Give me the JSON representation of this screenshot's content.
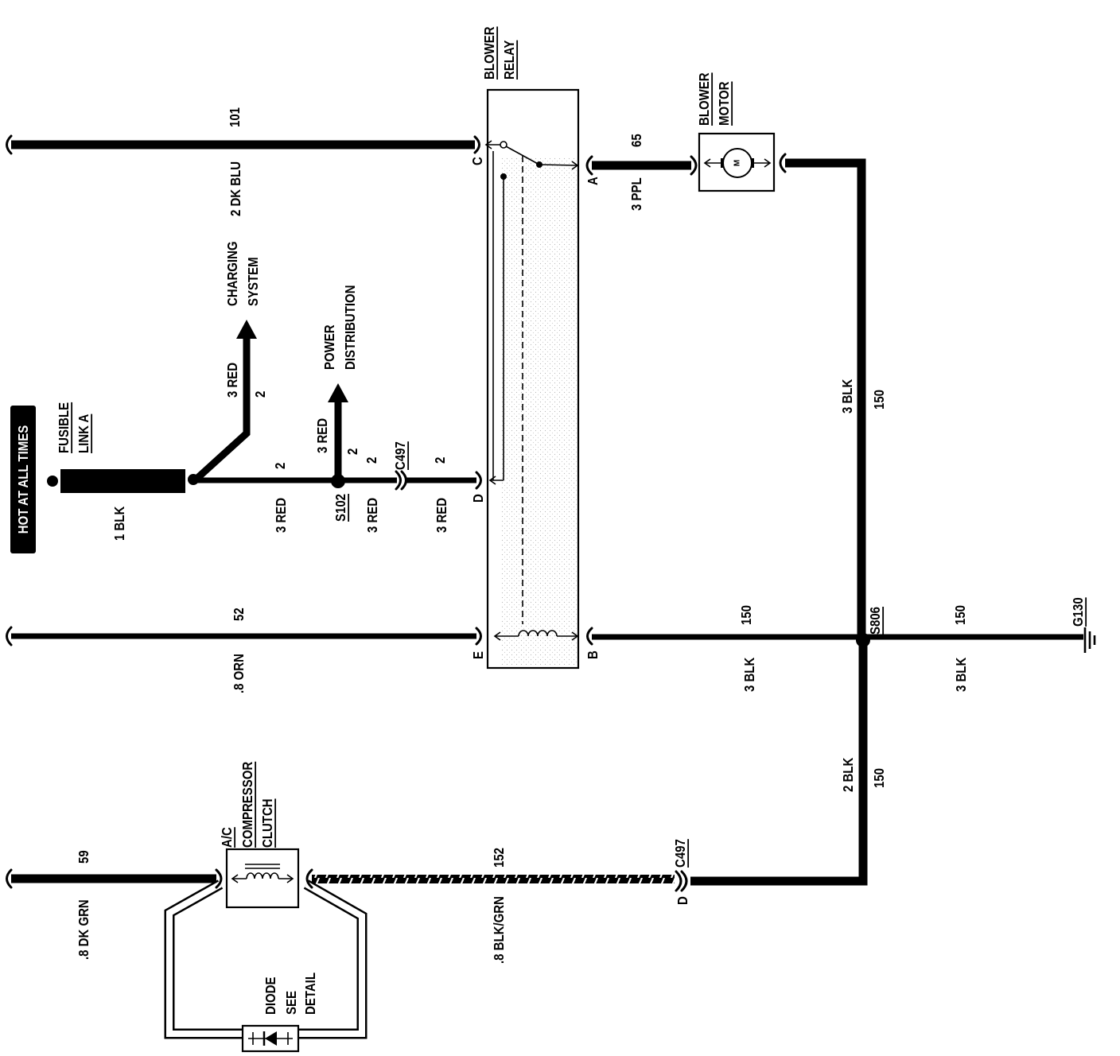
{
  "banner": {
    "hot_at_all_times": "HOT AT ALL TIMES"
  },
  "fusible_link": {
    "line1": "FUSIBLE",
    "line2": "LINK A",
    "wire": "1 BLK"
  },
  "charging_system": {
    "line1": "CHARGING",
    "line2": "SYSTEM",
    "wire": "3 RED",
    "circuit": "2"
  },
  "power_distribution": {
    "line1": "POWER",
    "line2": "DISTRIBUTION",
    "wire": "3 RED",
    "circuit": "2"
  },
  "s102": {
    "label": "S102",
    "left_circuit": "2",
    "left_wire": "3 RED",
    "right_circuit": "2",
    "right_wire": "3 RED"
  },
  "c497_top": {
    "label": "C497",
    "circuit": "2",
    "wire": "3 RED"
  },
  "blower_relay": {
    "line1": "BLOWER",
    "line2": "RELAY",
    "pin_c": "C",
    "pin_a": "A",
    "pin_d": "D",
    "pin_e": "E",
    "pin_b": "B"
  },
  "wire_101": {
    "circuit": "101",
    "wire": "2 DK BLU"
  },
  "wire_65": {
    "circuit": "65",
    "wire": "3 PPL"
  },
  "blower_motor": {
    "line1": "BLOWER",
    "line2": "MOTOR",
    "symbol": "M"
  },
  "wire_motor_ground": {
    "wire": "3 BLK",
    "circuit": "150"
  },
  "wire_52": {
    "circuit": "52",
    "wire": ".8 ORN"
  },
  "wire_relay_b": {
    "circuit": "150",
    "wire": "3 BLK"
  },
  "s806": {
    "label": "S806"
  },
  "wire_ground": {
    "circuit": "150",
    "wire": "3 BLK"
  },
  "ground": {
    "label": "G130"
  },
  "wire_c497_bottom": {
    "wire": "2 BLK",
    "circuit": "150"
  },
  "ac_clutch": {
    "line1": "A/C",
    "line2": "COMPRESSOR",
    "line3": "CLUTCH"
  },
  "wire_59": {
    "circuit": "59",
    "wire": ".8 DK GRN"
  },
  "wire_152": {
    "circuit": "152",
    "wire": ".8 BLK/GRN"
  },
  "c497_bottom": {
    "label": "C497",
    "pin": "D"
  },
  "diode": {
    "line1": "DIODE",
    "line2": "SEE",
    "line3": "DETAIL"
  }
}
